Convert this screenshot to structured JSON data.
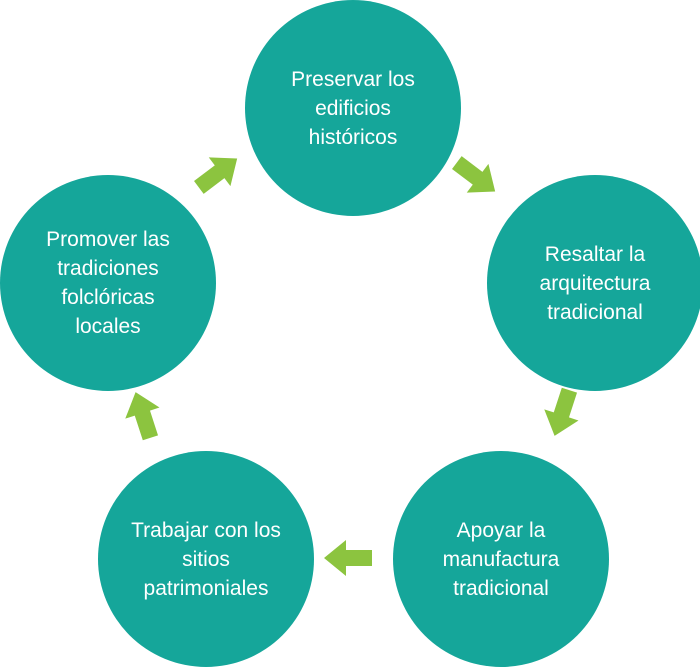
{
  "colors": {
    "node_fill": "#15A69A",
    "arrow_fill": "#8CC43F",
    "text": "#FFFFFF",
    "background": "#FFFFFF"
  },
  "nodes": [
    {
      "label": "Preservar los edificios históricos"
    },
    {
      "label": "Resaltar la arquitectura tradicional"
    },
    {
      "label": "Apoyar la manufactura tradicional"
    },
    {
      "label": "Trabajar con los sitios patrimoniales"
    },
    {
      "label": "Promover las tradiciones folclóricas locales"
    }
  ]
}
